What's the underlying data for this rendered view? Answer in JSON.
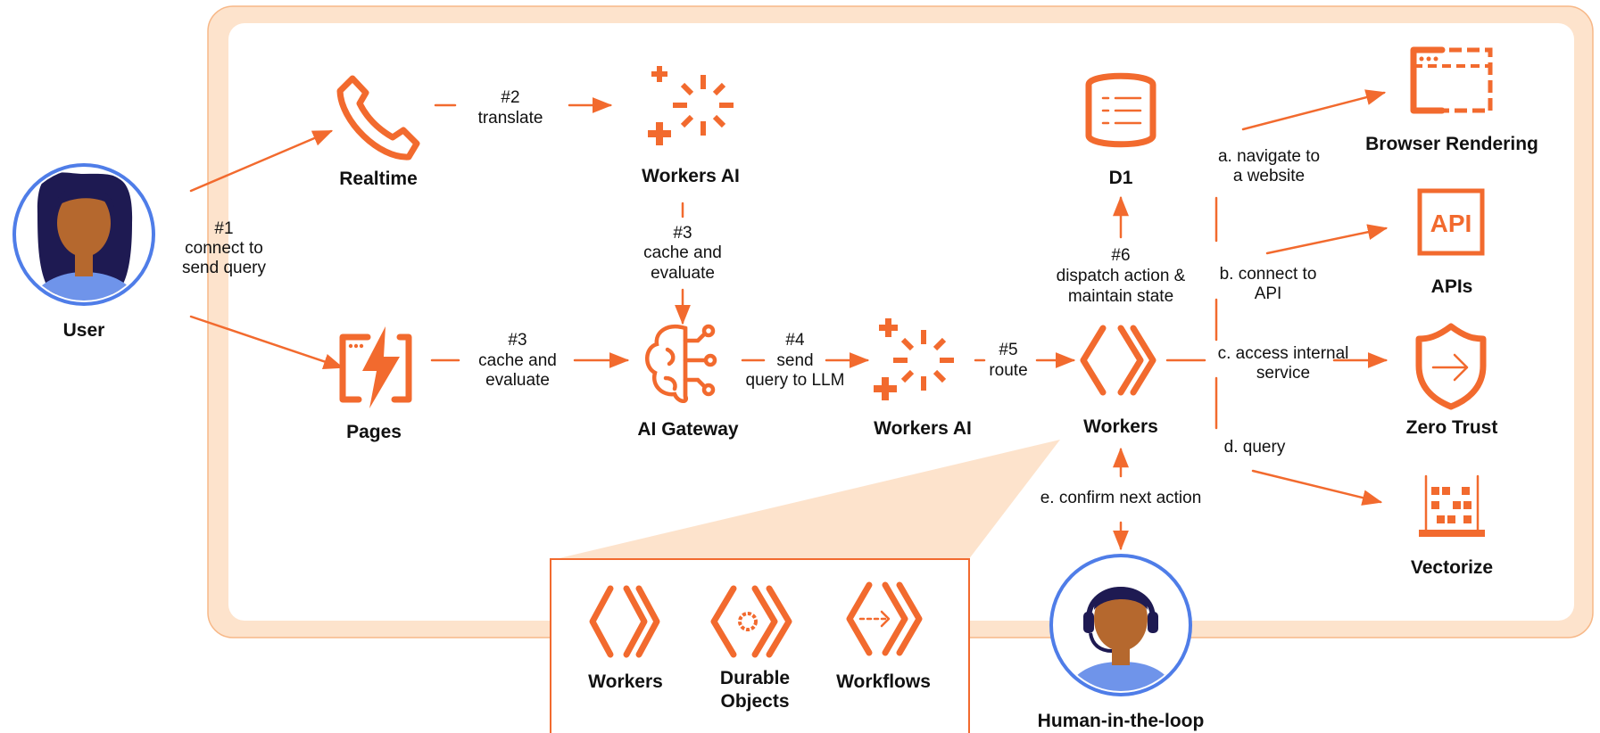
{
  "nodes": {
    "user": "User",
    "realtime": "Realtime",
    "workers_ai_top": "Workers AI",
    "d1": "D1",
    "browser_rendering": "Browser Rendering",
    "apis": "APIs",
    "api_icon_text": "API",
    "pages": "Pages",
    "ai_gateway": "AI Gateway",
    "workers_ai_mid": "Workers AI",
    "workers": "Workers",
    "zero_trust": "Zero Trust",
    "vectorize": "Vectorize",
    "human": "Human-in-the-loop"
  },
  "inset": {
    "workers": "Workers",
    "durable_objects_line1": "Durable",
    "durable_objects_line2": "Objects",
    "workflows": "Workflows"
  },
  "edges": {
    "e1": [
      "#1",
      "connect to",
      "send query"
    ],
    "e2": [
      "#2",
      "translate"
    ],
    "e3_top": [
      "#3",
      "cache and",
      "evaluate"
    ],
    "e3_mid": [
      "#3",
      "cache and",
      "evaluate"
    ],
    "e4": [
      "#4",
      "send",
      "query to LLM"
    ],
    "e5": [
      "#5",
      "route"
    ],
    "e6": [
      "#6",
      "dispatch action &",
      "maintain state"
    ],
    "ea": [
      "a. navigate to",
      "a website"
    ],
    "eb": [
      "b. connect to",
      "API"
    ],
    "ec": [
      "c. access internal",
      "service"
    ],
    "ed": [
      "d. query"
    ],
    "ee": [
      "e. confirm next action"
    ]
  },
  "colors": {
    "accent": "#f26a2e",
    "frame": "#fde1c9",
    "avatar_ring": "#4f7de8"
  }
}
